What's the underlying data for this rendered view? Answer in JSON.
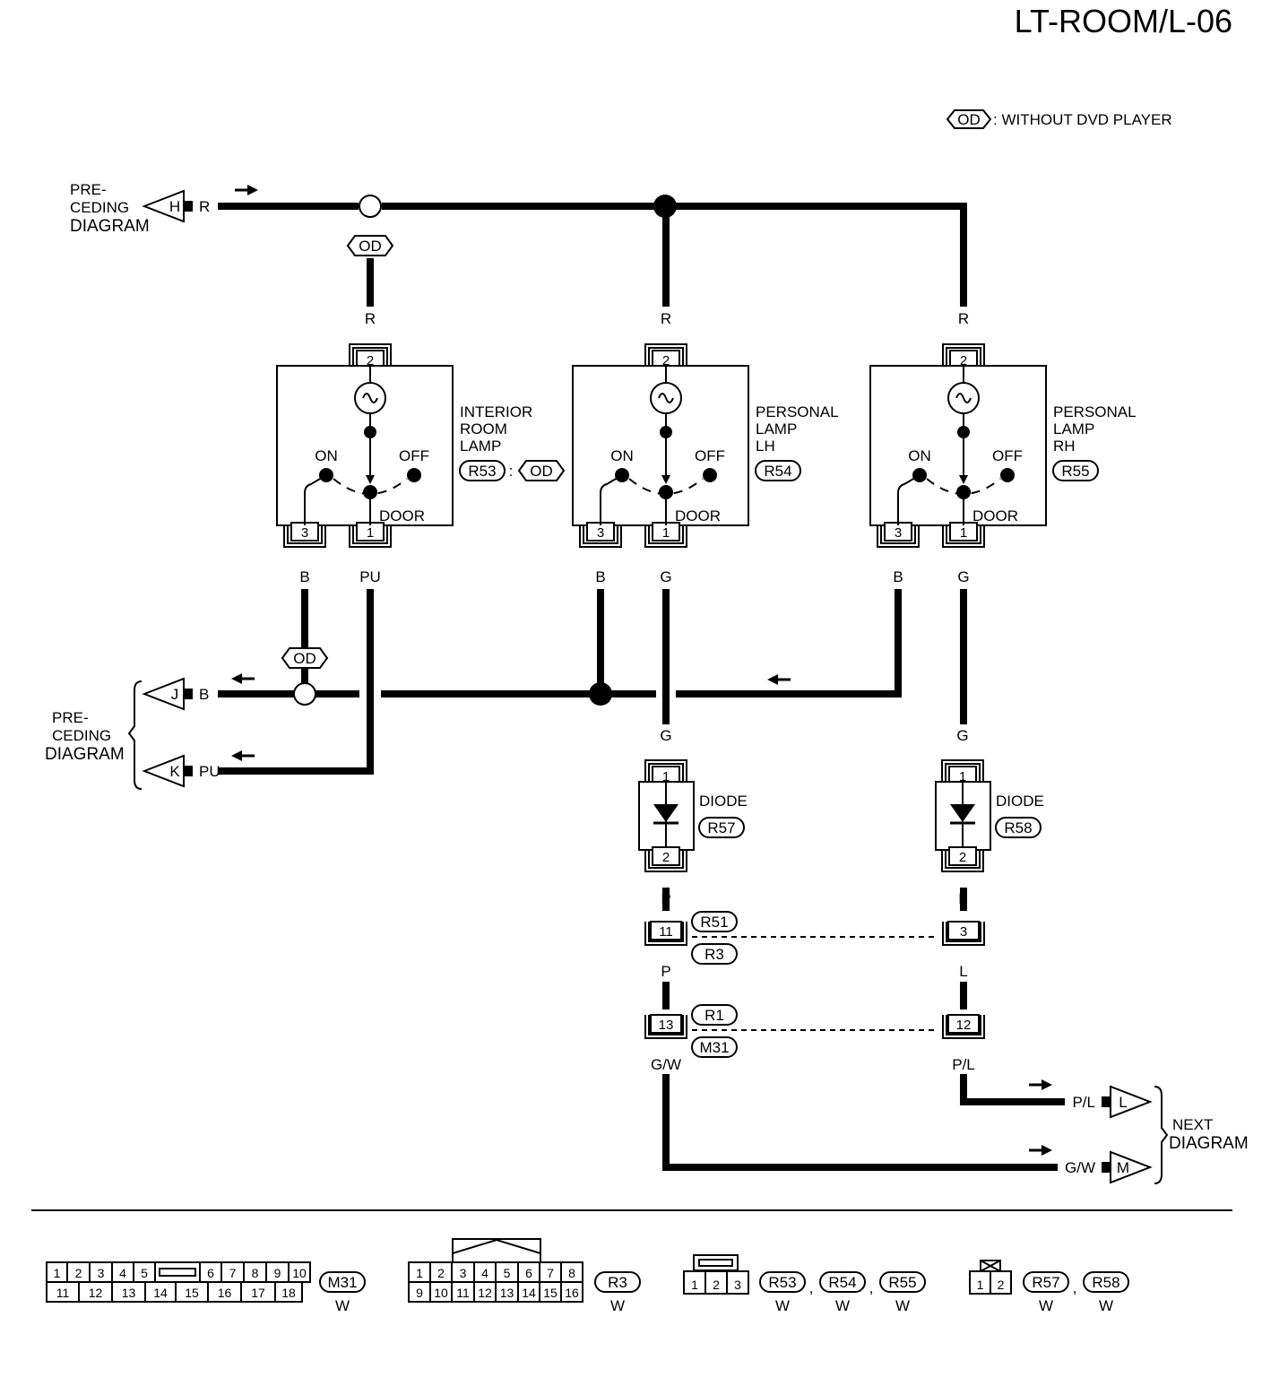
{
  "title": "LT-ROOM/L-06",
  "legend": {
    "symbol": "OD",
    "text": ": WITHOUT DVD PLAYER"
  },
  "preceding": {
    "label_lines": [
      "PRE-",
      "CEDING",
      "DIAGRAM"
    ],
    "h": {
      "conn": "H",
      "color": "R"
    },
    "j": {
      "conn": "J",
      "color": "B"
    },
    "k": {
      "conn": "K",
      "color": "PU"
    }
  },
  "next": {
    "label_lines": [
      "NEXT",
      "DIAGRAM"
    ],
    "l": {
      "conn": "L",
      "color": "P/L"
    },
    "m": {
      "conn": "M",
      "color": "G/W"
    }
  },
  "od_tag": "OD",
  "switch_labels": {
    "on": "ON",
    "off": "OFF",
    "door": "DOOR"
  },
  "lamps": [
    {
      "name_lines": [
        "INTERIOR",
        "ROOM",
        "LAMP"
      ],
      "connector": "R53",
      "option": "OD",
      "pin_top": "2",
      "pin_a": "3",
      "pin_b": "1",
      "wire_top": "R",
      "wire_a": "B",
      "wire_b": "PU"
    },
    {
      "name_lines": [
        "PERSONAL",
        "LAMP",
        "LH"
      ],
      "connector": "R54",
      "pin_top": "2",
      "pin_a": "3",
      "pin_b": "1",
      "wire_top": "R",
      "wire_a": "B",
      "wire_b": "G"
    },
    {
      "name_lines": [
        "PERSONAL",
        "LAMP",
        "RH"
      ],
      "connector": "R55",
      "pin_top": "2",
      "pin_a": "3",
      "pin_b": "1",
      "wire_top": "R",
      "wire_a": "B",
      "wire_b": "G"
    }
  ],
  "diodes": [
    {
      "name": "DIODE",
      "connector": "R57",
      "pin_in": "1",
      "pin_out": "2",
      "wire_in": "G",
      "wire_out": "P"
    },
    {
      "name": "DIODE",
      "connector": "R58",
      "pin_in": "1",
      "pin_out": "2",
      "wire_in": "G",
      "wire_out": "L"
    }
  ],
  "joints": [
    {
      "conn_top": "R51",
      "conn_bottom": "R3",
      "pin_left": "11",
      "pin_right": "3",
      "wire_left": "P",
      "wire_right": "L"
    },
    {
      "conn_top": "R1",
      "conn_bottom": "M31",
      "pin_left": "13",
      "pin_right": "12",
      "wire_left": "G/W",
      "wire_right": "P/L"
    }
  ],
  "connector_views": {
    "m31": {
      "name": "M31",
      "color": "W",
      "top": [
        "1",
        "2",
        "3",
        "4",
        "5",
        "6",
        "7",
        "8",
        "9",
        "10"
      ],
      "bottom": [
        "11",
        "12",
        "13",
        "14",
        "15",
        "16",
        "17",
        "18"
      ]
    },
    "r3": {
      "name": "R3",
      "color": "W",
      "top": [
        "1",
        "2",
        "3",
        "4",
        "5",
        "6",
        "7",
        "8"
      ],
      "bottom": [
        "9",
        "10",
        "11",
        "12",
        "13",
        "14",
        "15",
        "16"
      ]
    },
    "r53": {
      "names": [
        "R53",
        "R54",
        "R55"
      ],
      "color": "W",
      "pins": [
        "1",
        "2",
        "3"
      ]
    },
    "r57": {
      "names": [
        "R57",
        "R58"
      ],
      "color": "W",
      "pins": [
        "1",
        "2"
      ]
    }
  },
  "separator": ","
}
